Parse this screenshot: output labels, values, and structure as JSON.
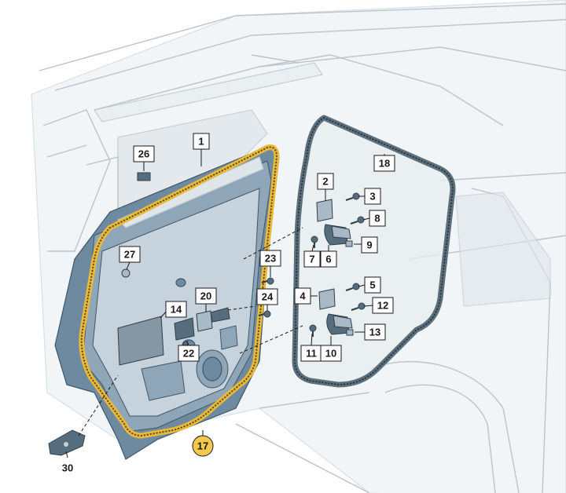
{
  "callouts": {
    "c1": "1",
    "c2": "2",
    "c3": "3",
    "c4": "4",
    "c5": "5",
    "c6": "6",
    "c7": "7",
    "c8": "8",
    "c9": "9",
    "c10": "10",
    "c11": "11",
    "c12": "12",
    "c13": "13",
    "c14": "14",
    "c17": "17",
    "c18": "18",
    "c20": "20",
    "c22": "22",
    "c23": "23",
    "c24": "24",
    "c26": "26",
    "c27": "27",
    "c30": "30"
  },
  "colors": {
    "highlight": "#f2c94c",
    "door": "#6d8aa0",
    "body_line": "#b9c4cc",
    "seal": "#e8b93a"
  },
  "icons": {
    "door_seal": "door-seal-highlighted",
    "body_seal": "body-aperture-seal",
    "hinges": "door-hinge-parts",
    "bolts": "hex-bolts"
  }
}
